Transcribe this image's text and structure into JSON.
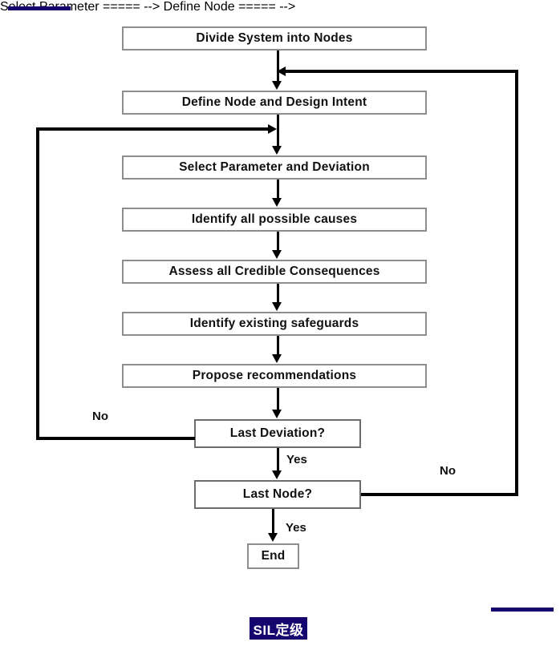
{
  "diagram": {
    "title": "HAZOP study procedure flowchart",
    "line_color": "#000000",
    "box_border_color": "#8d8d8d",
    "box_fill": "#ffffff",
    "text_color": "#111111",
    "nodes": [
      {
        "id": "divide",
        "label": "Divide System into Nodes",
        "type": "process"
      },
      {
        "id": "define",
        "label": "Define Node and Design Intent",
        "type": "process"
      },
      {
        "id": "select",
        "label": "Select Parameter and Deviation",
        "type": "process"
      },
      {
        "id": "identify",
        "label": "Identify all possible causes",
        "type": "process"
      },
      {
        "id": "assess",
        "label": "Assess all Credible Consequences",
        "type": "process"
      },
      {
        "id": "safeguards",
        "label": "Identify existing safeguards",
        "type": "process"
      },
      {
        "id": "propose",
        "label": "Propose recommendations",
        "type": "process"
      },
      {
        "id": "lastdev",
        "label": "Last Deviation?",
        "type": "decision"
      },
      {
        "id": "lastnode",
        "label": "Last Node?",
        "type": "decision"
      },
      {
        "id": "end",
        "label": "End",
        "type": "terminal"
      }
    ],
    "edge_labels": {
      "lastdev_no": "No",
      "lastdev_yes": "Yes",
      "lastnode_no": "No",
      "lastnode_yes": "Yes"
    }
  },
  "watermark": {
    "text": "SIL定级",
    "background": "#15056e",
    "color": "#ffffff"
  },
  "rules": {
    "top_left_color": "#15056e",
    "bottom_right_color": "#15056e"
  }
}
